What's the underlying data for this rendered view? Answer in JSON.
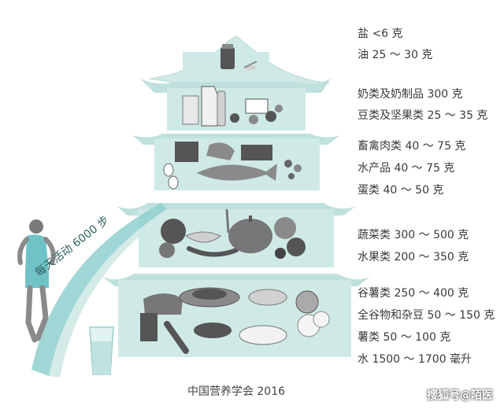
{
  "colors": {
    "pyramid_fill": "#cfe9e6",
    "pyramid_edge": "#b7dad6",
    "arc": "#8fd0cf",
    "runner": "#6fc3c6",
    "food_dark": "#555555",
    "food_mid": "#8a8a8a",
    "food_light": "#d0d0d0"
  },
  "levels": [
    {
      "name": "salt-oil",
      "items": [
        "盐 <6 克",
        "油 25 ～ 30 克"
      ]
    },
    {
      "name": "dairy-soy",
      "items": [
        "奶类及奶制品 300 克",
        "豆类及坚果类 25 ～ 35 克"
      ]
    },
    {
      "name": "meat-egg",
      "items": [
        "畜禽肉类 40 ～ 75 克",
        "水产品 40 ～ 75 克",
        "蛋类 40 ～ 50 克"
      ]
    },
    {
      "name": "veg-fruit",
      "items": [
        "蔬菜类 300 ～ 500 克",
        "水果类 200 ～ 350 克"
      ]
    },
    {
      "name": "grains-water",
      "items": [
        "谷薯类 250 ～ 400 克",
        "全谷物和杂豆 50 ～ 150 克",
        "薯类 50 ～ 100 克",
        "水 1500 ～ 1700 毫升"
      ]
    }
  ],
  "activity_label": "每天活动 6000 步",
  "caption": "中国营养学会 2016",
  "watermark": "搜狐号@陌医"
}
